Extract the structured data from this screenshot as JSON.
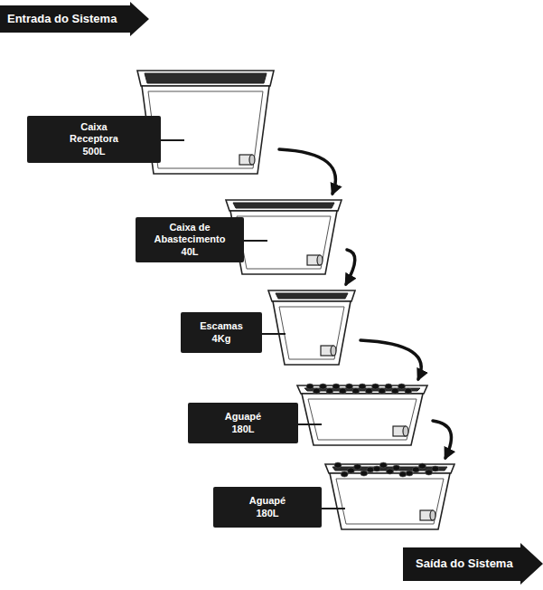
{
  "diagram": {
    "nodes": [
      {
        "text": [
          "Entrada do Sistema"
        ]
      },
      {
        "text": [
          "Caixa Receptora 500L"
        ]
      },
      {
        "text": [
          "Caixa de Abastecimento 40L"
        ]
      },
      {
        "text": [
          "Escamas 4Kg"
        ]
      },
      {
        "text": [
          "Aguapé 180L"
        ]
      },
      {
        "text": [
          "Aguapé 180L"
        ]
      },
      {
        "text": [
          "Saída do Sistema"
        ]
      }
    ],
    "edges": [
      {
        "from": 1,
        "to": 2,
        "arrow": "to"
      },
      {
        "from": 2,
        "to": 3,
        "arrow": "to"
      },
      {
        "from": 3,
        "to": 4,
        "arrow": "to"
      },
      {
        "from": 4,
        "to": 5,
        "arrow": "to"
      }
    ]
  }
}
